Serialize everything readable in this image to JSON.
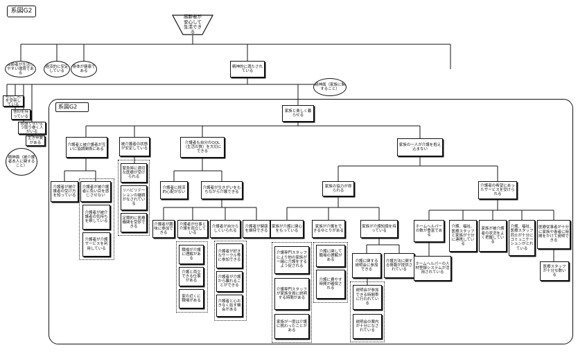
{
  "labels": {
    "outer": "系図G2",
    "inner": "系図G2"
  },
  "nodes": {
    "top_goal": "高齢者が安心して生活できる",
    "parent_a": "高齢者が生活しやすい環境である",
    "parent_b": "経済的に安定している",
    "parent_c": "身体が健康である",
    "mental": "精神的に満たされている",
    "spirit": "精神面（家族に関すること）",
    "side_1": "老い、死を受容している",
    "side_2": "信仰を持っている",
    "side_3": "孤独でないよう取り巻く人がいる",
    "side_4": "生き甲斐がある",
    "mental_self": "精神面（被介護者本人に関すること）",
    "root": "家族と楽しく暮らせる",
    "cat_relation": "介護者と被介護者が互いに協調関係にある",
    "cat_stable": "被介護者の状態が安定している",
    "cat_qol": "介護者も自分のQOL（生活の質）を大切にできる",
    "cat_alone": "家族の一人が介護を抱え込まない",
    "rel_know": "介護者が被介護者の受け方を知っている",
    "rel_feel": "介護者が被介護者に負い目を感じさせない",
    "rel_feel_1": "介護者が被介護者の気持ちを察している",
    "rel_feel_2": "介護者が介護サービスを利用している",
    "stb_1": "緊急時に適切な医療が受けられる",
    "stb_2": "リハビリテーションの継続がなされている",
    "stb_3": "定期的に医療機関を受診できる",
    "qol_econ": "介護者に経済的心配がない",
    "qol_life": "介護者が生きがいをもちながら介護できる",
    "life_hobby": "介護者が趣味に参加できる",
    "life_work": "介護者が仕事と介護を両立している",
    "life_self": "介護者が自分らしくいられる",
    "life_health": "介護者が健康を維持できる",
    "work_1": "職場が介護に理解がある",
    "work_2": "介護と両立できる仕事がある",
    "work_3": "家の近くに職場がある",
    "self_1": "介護者が好きなサークル等に参加できる",
    "self_2": "介護者が介護から離れることができる",
    "self_3": "介護者と心おきなく話す機会がある",
    "coop": "家族の協力が得られる",
    "svc": "介護者の希望にあったサービスを受けられる",
    "co_1": "家族が介護に関心をもっている",
    "co_2": "家族が介護をできるゆとりがある",
    "co_3": "家族が介護知識を持っている",
    "c1_a": "介護専門スタッフにより他の家族が一緒に介護をするよう促される",
    "c1_b": "介護専門スタッフが家族全員に説明する時間がある",
    "c1_c": "家族が一度は介護に携わったことがある",
    "c2_a": "介護に関して職場の理解がある",
    "c2_b": "介護に費やす時間が確保される",
    "c3_a": "介護に関する説明会に参加できる",
    "c3_b": "介護方法に関する情報が提供されている",
    "c3_a1": "説明会が参加できる時間帯に行われている",
    "c3_a2": "説明会の案内が十分になされている",
    "sv_1": "ホームヘルパーの数が豊富である",
    "sv_2": "介護、福祉、医療スタッフと家族が十分に連携している",
    "sv_3": "家族が被介護者の状況をよく把握している",
    "sv_4": "介護、福祉、医療スタッフ同士が十分にコミュニケーションがとれている",
    "sv_5": "医療従事者が十分に家族や患者に時間をかけて説明できる",
    "sv_1a": "ホームヘルパーの人材登録システムが活用されている",
    "sv_5a": "医療スタッフが十分な数いる"
  }
}
